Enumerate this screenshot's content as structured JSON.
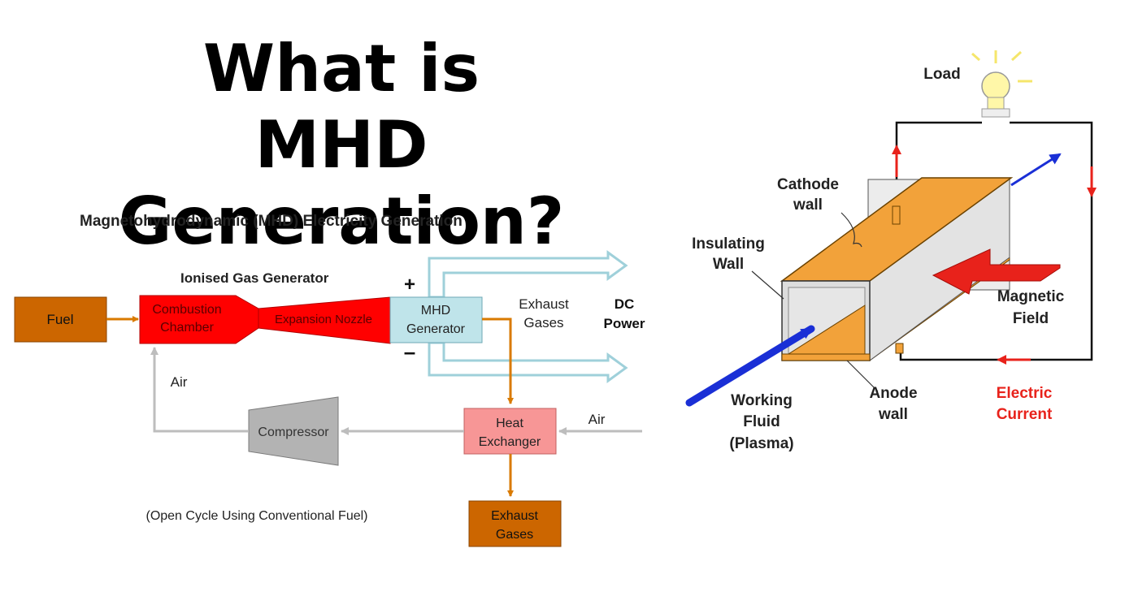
{
  "title": {
    "line1": "What is MHD",
    "line2": "Generation?"
  },
  "left_diagram": {
    "heading": "Magnetohydrodynamic (MHD) Electricity Generation",
    "ionised_gas_generator_label": "Ionised Gas Generator",
    "fuel": "Fuel",
    "combustion_chamber": [
      "Combustion",
      "Chamber"
    ],
    "expansion_nozzle": "Expansion Nozzle",
    "mhd_generator": [
      "MHD",
      "Generator"
    ],
    "plus_sign": "+",
    "minus_sign": "–",
    "exhaust_gases_label": [
      "Exhaust",
      "Gases"
    ],
    "dc_power_label": [
      "DC",
      "Power"
    ],
    "air_label_left": "Air",
    "air_label_right": "Air",
    "compressor": "Compressor",
    "heat_exchanger": [
      "Heat",
      "Exchanger"
    ],
    "exhaust_gases_box": [
      "Exhaust",
      "Gases"
    ],
    "caption": "(Open Cycle Using Conventional  Fuel)",
    "colors": {
      "fuel_box": "#cc6600",
      "combustion": "#ff0000",
      "mhd_box": "#bfe4ea",
      "heat_exchanger": "#f79696",
      "compressor": "#b3b3b3",
      "flow_arrow": "#d97a00",
      "air_arrow": "#bdbdbd"
    }
  },
  "right_diagram": {
    "load": "Load",
    "cathode_wall": [
      "Cathode",
      "wall"
    ],
    "insulating_wall": [
      "Insulating",
      "Wall"
    ],
    "magnetic_field": [
      "Magnetic",
      "Field"
    ],
    "anode_wall": [
      "Anode",
      "wall"
    ],
    "working_fluid": [
      "Working",
      "Fluid",
      "(Plasma)"
    ],
    "electric_current": [
      "Electric",
      "Current"
    ],
    "colors": {
      "electrode": "#f2a23a",
      "insulating": "#e0e0e0",
      "current_arrow": "#e8221b",
      "fluid_arrow": "#1a2fd6",
      "bulb": "#fff7a8",
      "bulb_rays": "#f5e66b"
    }
  }
}
